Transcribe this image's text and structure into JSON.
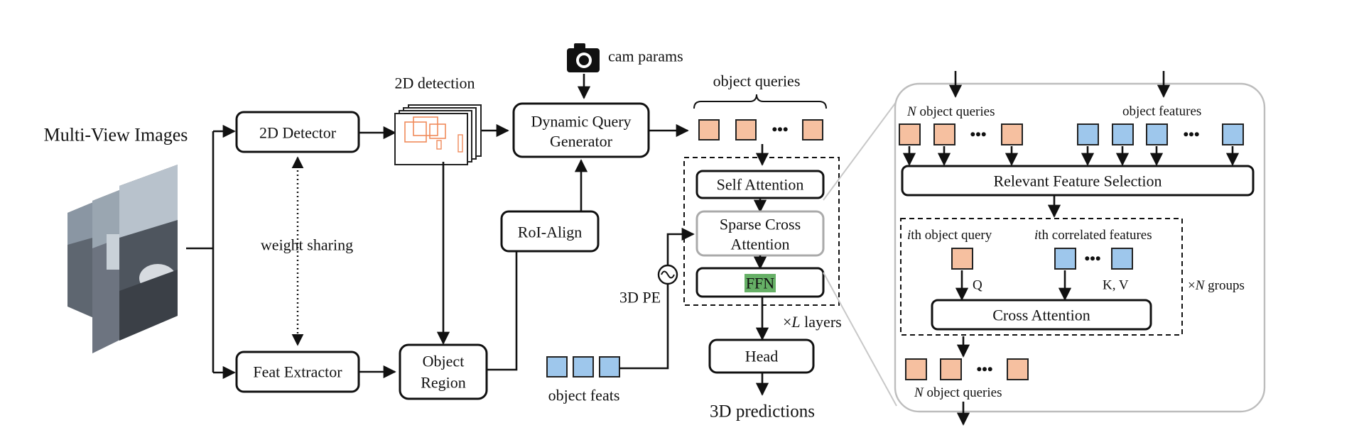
{
  "pipeline": {
    "input_label": "Multi-View Images",
    "detector_label": "2D Detector",
    "feat_extractor_label": "Feat Extractor",
    "weight_sharing_label": "weight sharing",
    "detection_label": "2D detection",
    "object_region_label": [
      "Object",
      "Region"
    ],
    "roi_align_label": "RoI-Align",
    "cam_params_label": "cam params",
    "query_generator_label": [
      "Dynamic Query",
      "Generator"
    ],
    "object_queries_label": "object queries",
    "object_feats_label": "object feats",
    "pe_label": "3D PE",
    "self_attention_label": "Self Attention",
    "sparse_cross_attention_label": [
      "Sparse Cross",
      "Attention"
    ],
    "ffn_label": "FFN",
    "layers_label_prefix": "×",
    "layers_label_var": "L",
    "layers_label_suffix": " layers",
    "head_label": "Head",
    "output_label": "3D predictions"
  },
  "detail": {
    "n_queries_var": "N",
    "n_queries_label": " object queries",
    "object_features_label": "object features",
    "relevant_selection_label": "Relevant Feature Selection",
    "ith_query_var": "i",
    "ith_query_label": "th object query",
    "ith_features_var": "i",
    "ith_features_label": "th correlated features",
    "q_label": "Q",
    "kv_label": "K, V",
    "cross_attention_label": "Cross Attention",
    "groups_prefix": "×",
    "groups_var": "N",
    "groups_suffix": " groups",
    "out_var": "N",
    "out_label": " object queries",
    "ellipsis": "•••"
  },
  "colors": {
    "query_fill": "#f6c0a0",
    "feature_fill": "#9ec7ec",
    "ffn_fill": "#66b066"
  }
}
